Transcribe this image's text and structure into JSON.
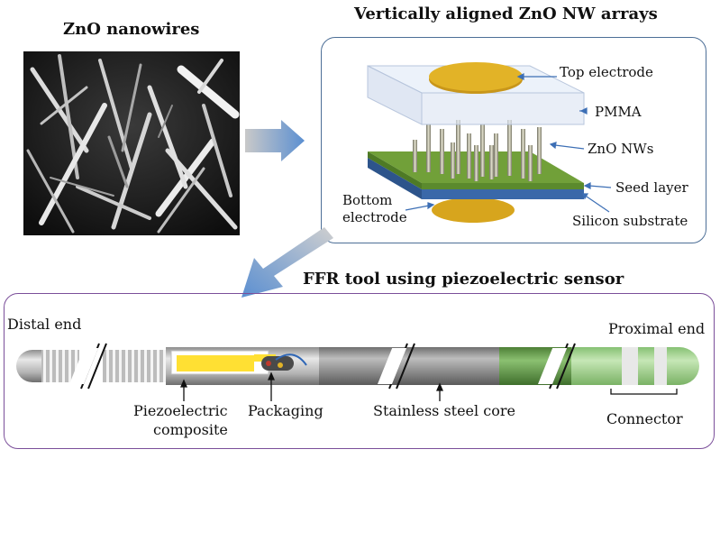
{
  "sem_panel": {
    "title": "ZnO nanowires"
  },
  "nw_panel": {
    "title": "Vertically aligned ZnO NW arrays",
    "labels": {
      "top_electrode": "Top electrode",
      "pmma": "PMMA",
      "zno_nws": "ZnO NWs",
      "seed_layer": "Seed layer",
      "silicon_substrate": "Silicon substrate",
      "bottom_electrode_1": "Bottom",
      "bottom_electrode_2": "electrode"
    }
  },
  "ffr_panel": {
    "title": "FFR tool using piezoelectric sensor",
    "labels": {
      "distal_end": "Distal end",
      "proximal_end": "Proximal end",
      "piezo_1": "Piezoelectric",
      "piezo_2": "composite",
      "packaging": "Packaging",
      "core": "Stainless steel core",
      "connector": "Connector"
    }
  },
  "colors": {
    "arrow_blue": "#6f9bd1",
    "nw_border": "#4d6f97",
    "ffr_border": "#7b4f9a",
    "electrode_gold": "#e2b327",
    "seed_green": "#71a039",
    "substrate_blue": "#3a68a9",
    "piezo_yellow": "#ffe033",
    "wire_green": "#6aa449",
    "connector_green": "#9fcf8a"
  }
}
